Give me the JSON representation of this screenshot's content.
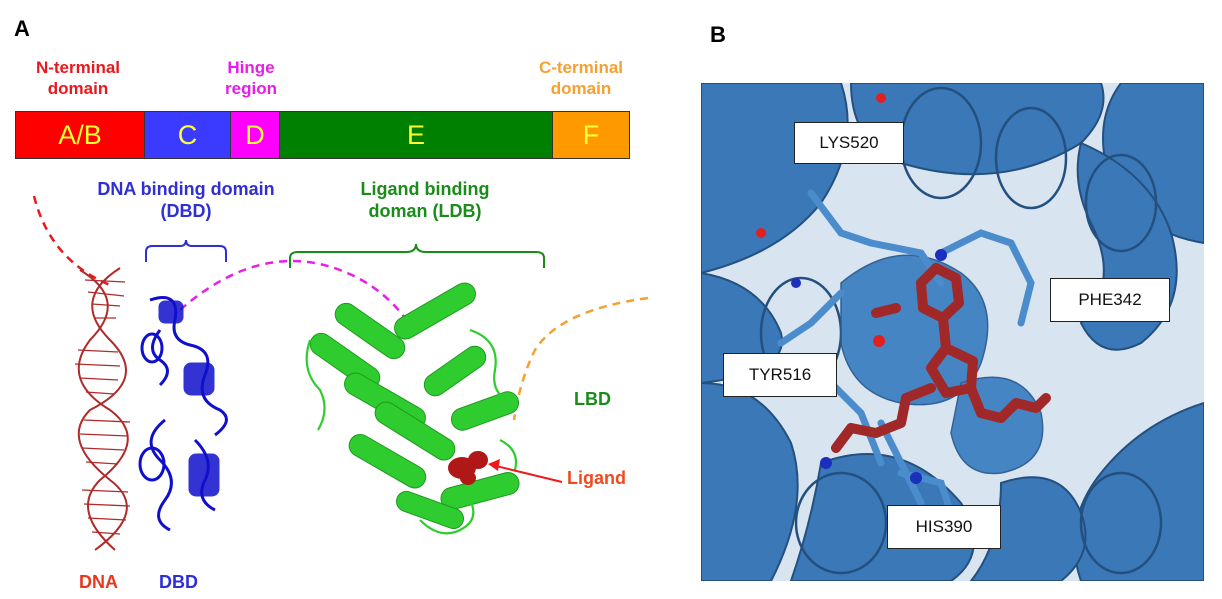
{
  "panel_a": {
    "letter": "A",
    "domain_labels": {
      "n_terminal": "N-terminal domain",
      "hinge": "Hinge region",
      "c_terminal": "C-terminal domain"
    },
    "segments": [
      {
        "label": "A/B",
        "color": "#ff0000",
        "text_color": "#ffff33"
      },
      {
        "label": "C",
        "color": "#3b3bff",
        "text_color": "#ffff33"
      },
      {
        "label": "D",
        "color": "#ff00ff",
        "text_color": "#ffff33"
      },
      {
        "label": "E",
        "color": "#008000",
        "text_color": "#ffff33"
      },
      {
        "label": "F",
        "color": "#ff9900",
        "text_color": "#ffff33"
      }
    ],
    "dbd_label": "DNA binding domain (DBD)",
    "lbd_label": "Ligand binding doman (LDB)",
    "dna_caption": "DNA",
    "dbd_caption": "DBD",
    "lbd_caption": "LBD",
    "ligand_caption": "Ligand",
    "colors": {
      "n_terminal": "#e8191e",
      "hinge": "#e81ee8",
      "c_terminal": "#f5a030",
      "dbd": "#2f2fd6",
      "lbd": "#1a8c1a",
      "ligand": "#f04a1e",
      "dna": "#b02a2a",
      "helix_green": "#2ecc2e",
      "helix_blue": "#1010cc"
    }
  },
  "panel_b": {
    "letter": "B",
    "residues": [
      "LYS520",
      "PHE342",
      "TYR516",
      "HIS390"
    ],
    "colors": {
      "protein": "#3a78b8",
      "protein_dark": "#24507f",
      "ligand": "#a02828"
    }
  }
}
